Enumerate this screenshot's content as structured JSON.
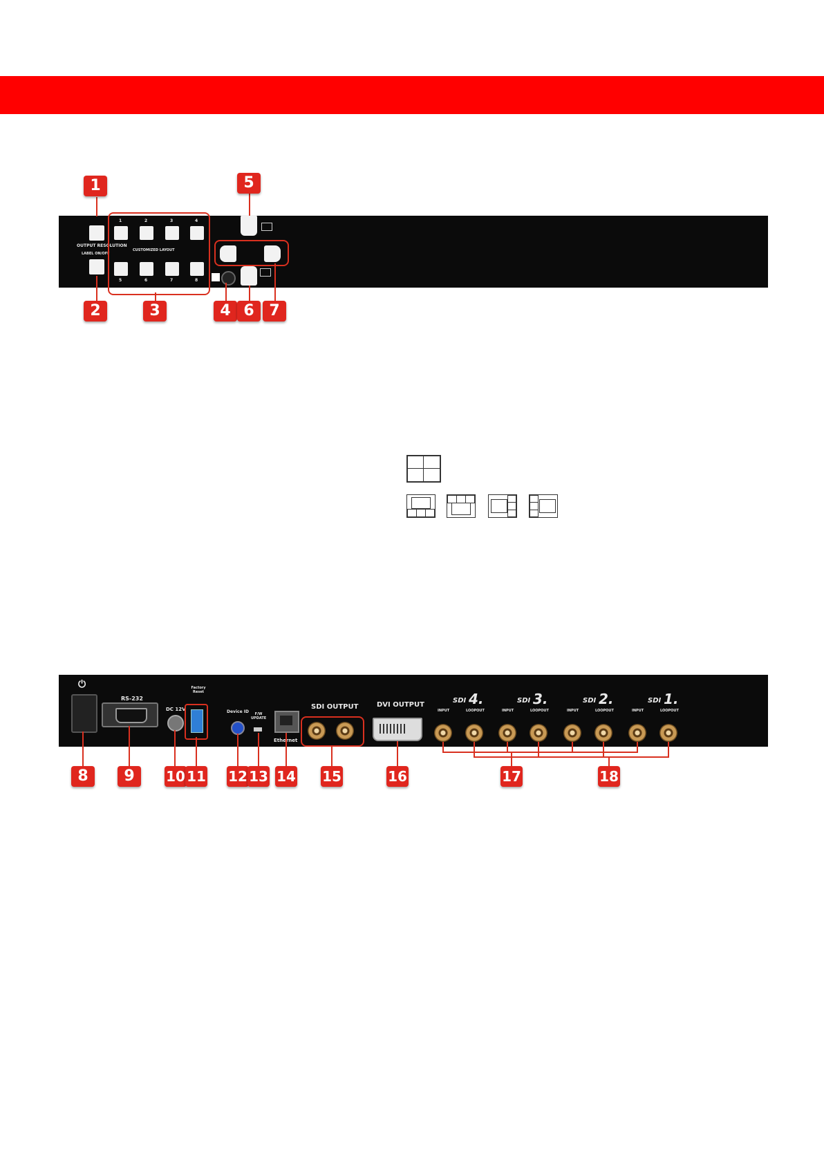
{
  "front_panel": {
    "callouts": [
      "1",
      "2",
      "3",
      "4",
      "5",
      "6",
      "7"
    ],
    "labels": {
      "output_resolution": "OUTPUT RESOLUTION",
      "layout_on_off": "LABEL ON/OFF",
      "customized_layout": "CUSTOMIZED LAYOUT",
      "row1_numbers": [
        "1",
        "2",
        "3",
        "4"
      ],
      "row2_numbers": [
        "5",
        "6",
        "7",
        "8"
      ]
    }
  },
  "layout_icons": {
    "quad": "quad-layout-icon",
    "variants": [
      "layout-top-main-icon",
      "layout-split-top-icon",
      "layout-left-main-icon",
      "layout-right-main-icon"
    ]
  },
  "rear_panel": {
    "callouts": [
      "8",
      "9",
      "10",
      "11",
      "12",
      "13",
      "14",
      "15",
      "16",
      "17",
      "18"
    ],
    "labels": {
      "power": "⏻",
      "rs232": "RS-232",
      "dc": "DC 12V",
      "factory_reset": "Factory Reset",
      "device_id": "Device ID",
      "fw_update": "F/W UPDATE",
      "ethernet": "Ethernet",
      "sdi_output": "SDI OUTPUT",
      "dvi_output": "DVI OUTPUT",
      "sdi_inputs": [
        {
          "label": "SDI",
          "num": "4."
        },
        {
          "label": "SDI",
          "num": "3."
        },
        {
          "label": "SDI",
          "num": "2."
        },
        {
          "label": "SDI",
          "num": "1."
        }
      ],
      "input": "INPUT",
      "loopout": "LOOPOUT"
    }
  }
}
